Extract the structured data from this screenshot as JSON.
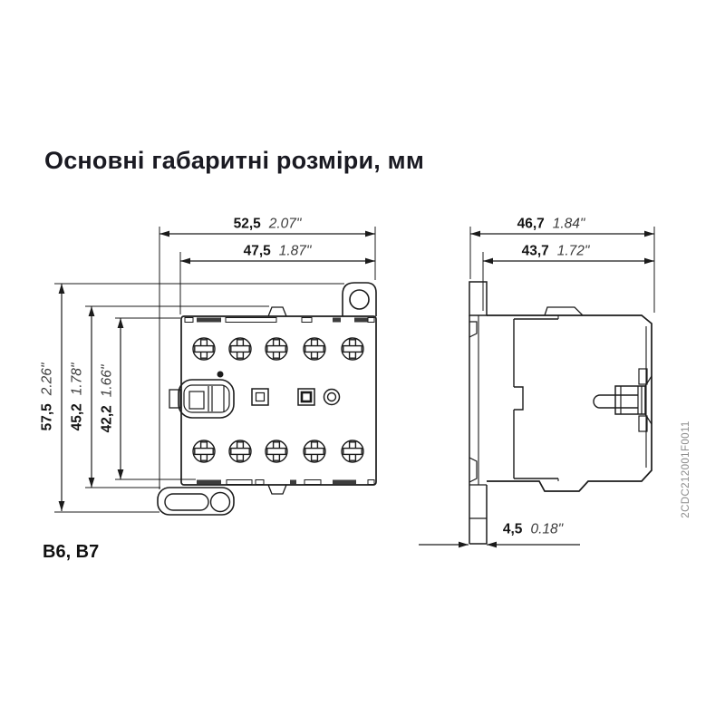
{
  "title": "Основні габаритні розміри, мм",
  "model_label": "B6, B7",
  "doc_code": "2CDC212001F0011",
  "front_view": {
    "dims": {
      "width_outer": {
        "mm": "52,5",
        "inch": "2.07\""
      },
      "width_body": {
        "mm": "47,5",
        "inch": "1.87\""
      },
      "height_outer": {
        "mm": "57,5",
        "inch": "2.26\""
      },
      "height_body": {
        "mm": "45,2",
        "inch": "1.78\""
      },
      "height_inner": {
        "mm": "42,2",
        "inch": "1.66\""
      }
    }
  },
  "side_view": {
    "dims": {
      "depth_outer": {
        "mm": "46,7",
        "inch": "1.84\""
      },
      "depth_body": {
        "mm": "43,7",
        "inch": "1.72\""
      },
      "rail_width": {
        "mm": "4,5",
        "inch": "0.18\""
      }
    }
  },
  "colors": {
    "line": "#1b1b1b",
    "dim_text": "#141414",
    "inch_text": "#3c3c3c",
    "title_text": "#1a1a22",
    "code_text": "#8b8b8b"
  }
}
